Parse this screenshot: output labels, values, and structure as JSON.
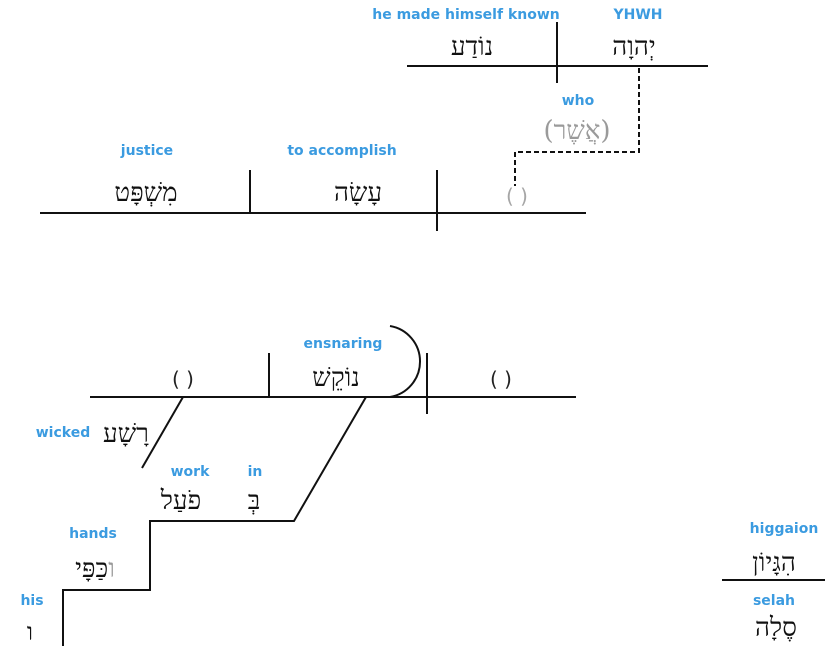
{
  "clause_top": {
    "subject": {
      "hebrew": "יְהוָה",
      "gloss": "YHWH"
    },
    "verb": {
      "hebrew": "נוֹדַע",
      "gloss": "he made himself known"
    },
    "relative": {
      "hebrew": "(אֲשֶׁר)",
      "gloss": "who"
    }
  },
  "clause_mid": {
    "subject_placeholder": "( )",
    "verb": {
      "hebrew": "עָשָׂה",
      "gloss": "to accomplish"
    },
    "object": {
      "hebrew": "מִשְׁפָּט",
      "gloss": "justice"
    }
  },
  "clause_bottom": {
    "subject_placeholder": "( )",
    "verb": {
      "hebrew": "נוֹקֵשׁ",
      "gloss": "ensnaring"
    },
    "object_placeholder": "( )",
    "modifier": {
      "hebrew": "רָשָׁע",
      "gloss": "wicked"
    },
    "preposition": {
      "hebrew": "בְּ",
      "gloss": "in"
    },
    "prep_object": {
      "hebrew": "פֹעַל",
      "gloss": "work"
    },
    "possessor": {
      "hebrew_main": "כַּפָּי",
      "hebrew_suffix": "ו",
      "gloss": "hands"
    },
    "pronoun": {
      "hebrew": "ו",
      "gloss": "his"
    }
  },
  "interjections": [
    {
      "hebrew": "הִגָּיוֹן",
      "gloss": "higgaion"
    },
    {
      "hebrew": "סֶלָה",
      "gloss": "selah"
    }
  ]
}
